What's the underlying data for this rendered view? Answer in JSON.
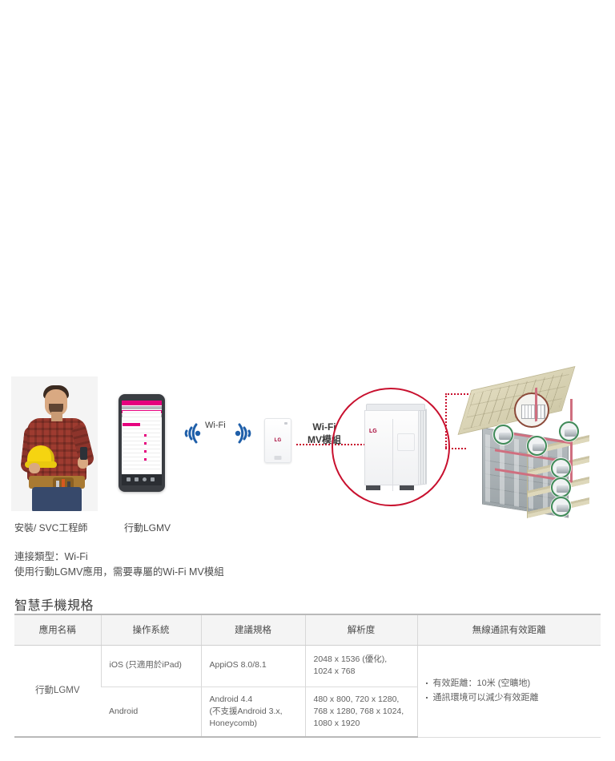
{
  "diagram": {
    "caption_technician": "安裝/ SVC工程師",
    "caption_phone": "行動LGMV",
    "wifi_label_1": "Wi-Fi",
    "wifi_module_label_line1": "Wi-Fi",
    "wifi_module_label_line2": "MV模組",
    "module_logo": "LG",
    "outdoor_unit_logo": "LG"
  },
  "description": {
    "line1": "連接類型：Wi-Fi",
    "line2": "使用行動LGMV應用，需要專屬的Wi-Fi MV模組"
  },
  "section": {
    "title": "智慧手機規格"
  },
  "table": {
    "headers": [
      "應用名稱",
      "操作系統",
      "建議規格",
      "解析度",
      "無線通訊有效距離"
    ],
    "app_name": "行動LGMV",
    "rows": [
      {
        "os": "iOS (只適用於iPad)",
        "spec": "AppiOS 8.0/8.1",
        "resolution_lines": [
          "2048 x 1536 (優化),",
          "1024 x 768"
        ]
      },
      {
        "os": "Android",
        "spec_lines": [
          "Android 4.4",
          "(不支援Android 3.x,",
          "Honeycomb)"
        ],
        "resolution_lines": [
          "480 x 800, 720 x 1280,",
          "768 x 1280, 768 x 1024,",
          "1080 x 1920"
        ]
      }
    ],
    "distance_bullets": [
      "有效距離：10米 (空曠地)",
      "通訊環境可以減少有效距離"
    ]
  },
  "colors": {
    "accent_red": "#c8102e",
    "lg_red": "#a50034",
    "wifi_blue": "#1f5fa9",
    "indoor_unit_green": "#3f8a58",
    "pipe_pink": "#cf6f7f",
    "header_bg": "#f4f4f4"
  }
}
